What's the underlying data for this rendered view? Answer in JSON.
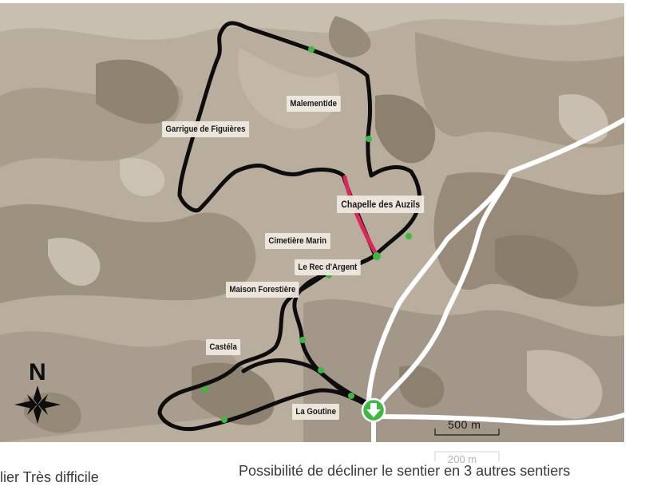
{
  "map": {
    "north_label": "N",
    "north_icon": "compass-rose-icon",
    "start_icon": "start-arrow-icon",
    "scale_label": "500 m",
    "ghost_scale_label": "200 m",
    "places": [
      {
        "id": "garrigue",
        "label": "Garrigue de Figuières"
      },
      {
        "id": "malementide",
        "label": "Malementide"
      },
      {
        "id": "chapelle",
        "label": "Chapelle des Auzils"
      },
      {
        "id": "cimetiere",
        "label": "Cimetière Marin"
      },
      {
        "id": "rec",
        "label": "Le Rec d'Argent"
      },
      {
        "id": "maison",
        "label": "Maison Forestière"
      },
      {
        "id": "castela",
        "label": "Castéla"
      },
      {
        "id": "goutine",
        "label": "La Goutine"
      }
    ],
    "colors": {
      "trail": "#0d0d0d",
      "highlight_segment": "#e0245e",
      "waypoint": "#3db843",
      "road": "#ffffff",
      "start_marker": "#3db843"
    }
  },
  "footer": {
    "left_text": "ilier Très difficile",
    "right_text": "Possibilité de décliner le sentier en 3 autres sentiers"
  }
}
